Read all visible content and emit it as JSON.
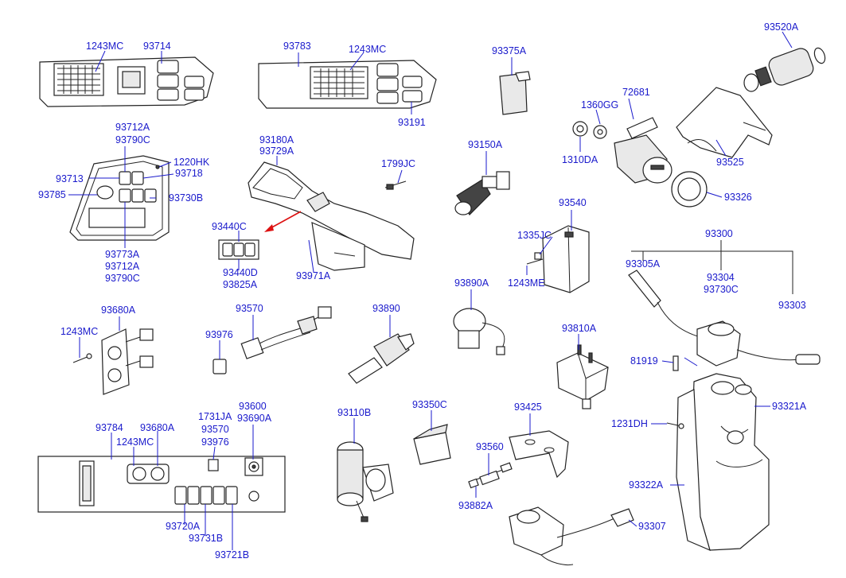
{
  "diagram": {
    "labels": {
      "p1243MC_a": "1243MC",
      "p93714": "93714",
      "p93783": "93783",
      "p1243MC_b": "1243MC",
      "p93191": "93191",
      "p93375A": "93375A",
      "p93520A": "93520A",
      "p72681": "72681",
      "p1360GG": "1360GG",
      "p1310DA": "1310DA",
      "p93525": "93525",
      "p93326": "93326",
      "p93712A_a": "93712A",
      "p93790C_a": "93790C",
      "p1220HK": "1220HK",
      "p93718": "93718",
      "p93713": "93713",
      "p93785": "93785",
      "p93730B": "93730B",
      "p93773A": "93773A",
      "p93712A_b": "93712A",
      "p93790C_b": "93790C",
      "p93180A": "93180A",
      "p93729A": "93729A",
      "p1799JC": "1799JC",
      "p93150A": "93150A",
      "p93440C": "93440C",
      "p93440D": "93440D",
      "p93825A": "93825A",
      "p93971A": "93971A",
      "p93540": "93540",
      "p1335JC": "1335JC",
      "p1243ME": "1243ME",
      "p93300": "93300",
      "p93305A": "93305A",
      "p93304": "93304",
      "p93730C": "93730C",
      "p93303": "93303",
      "p93680A_a": "93680A",
      "p1243MC_c": "1243MC",
      "p93570_a": "93570",
      "p93976_a": "93976",
      "p93890": "93890",
      "p93890A": "93890A",
      "p93810A": "93810A",
      "p81919": "81919",
      "p93321A": "93321A",
      "p1231DH": "1231DH",
      "p93784": "93784",
      "p93680A_b": "93680A",
      "p1243MC_d": "1243MC",
      "p1731JA": "1731JA",
      "p93570_b": "93570",
      "p93976_b": "93976",
      "p93600": "93600",
      "p93690A": "93690A",
      "p93110B": "93110B",
      "p93350C": "93350C",
      "p93425": "93425",
      "p93560": "93560",
      "p93882A": "93882A",
      "p93307": "93307",
      "p93322A": "93322A",
      "p93720A": "93720A",
      "p93731B": "93731B",
      "p93721B": "93721B"
    },
    "colors": {
      "label": "#1a1acc",
      "line": "#222222",
      "arrow": "#dd1111"
    }
  }
}
